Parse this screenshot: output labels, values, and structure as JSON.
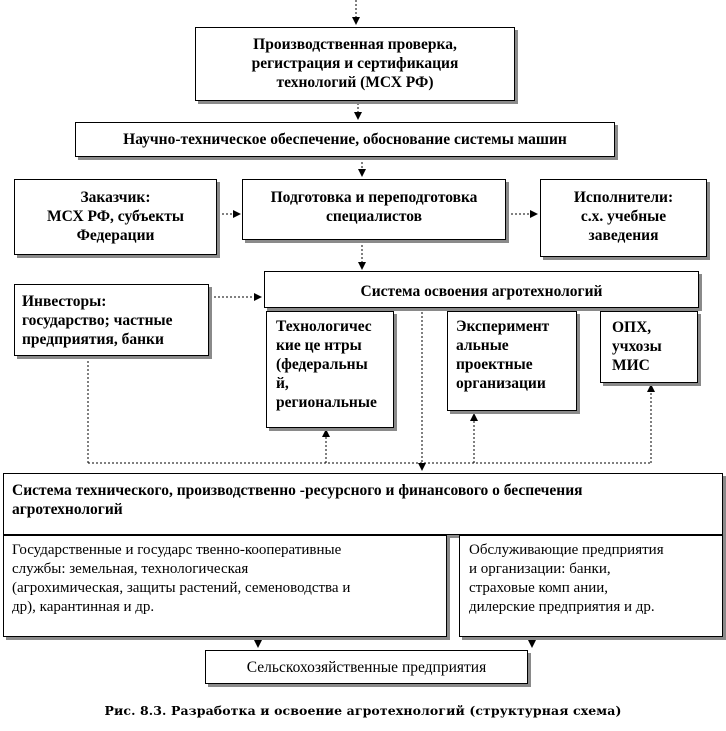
{
  "nodes": {
    "production_check": "Производственная проверка,\nрегистрация и сертификация\nтехнологий (МСХ РФ)",
    "scientific_support": "Научно-техническое обеспечение, обоснование системы машин",
    "customer": "Заказчик:\nМСХ РФ, субъекты\nФедерации",
    "training": "Подготовка и переподготовка\nспециалистов",
    "executors": "Исполнители:\nс.х. учебные\nзаведения",
    "investors": "Инвесторы:\nгосударство; частные\nпредприятия, банки",
    "mastering_system": "Система освоения агротехнологий",
    "tech_centers": "Технологичес\nкие це     нтры\n(федеральны\nй,\nрегиональные",
    "experimental": "Эксперимент\nальные\nпроектные\nорганизации",
    "opx": "ОПХ,\nучхозы\nМИС",
    "support_system": "Система технического, производственно   -ресурсного и финансового о    беспечения\nагротехнологий",
    "state_services": "Государственные и государс твенно-кооперативные\nслужбы: земельная, технологическая\n(агрохимическая, защиты растений, семеноводства и\nдр), карантинная и др.",
    "service_companies": "Обслуживающие предприятия\nи организации: банки,\nстраховые комп              ании,\nдилерские предприятия и др.",
    "agri_enterprises": "Сельскохозяйственные предприятия"
  },
  "caption": "Рис. 8.3. Разработка и освоение агротехнологий (структурная схема)"
}
